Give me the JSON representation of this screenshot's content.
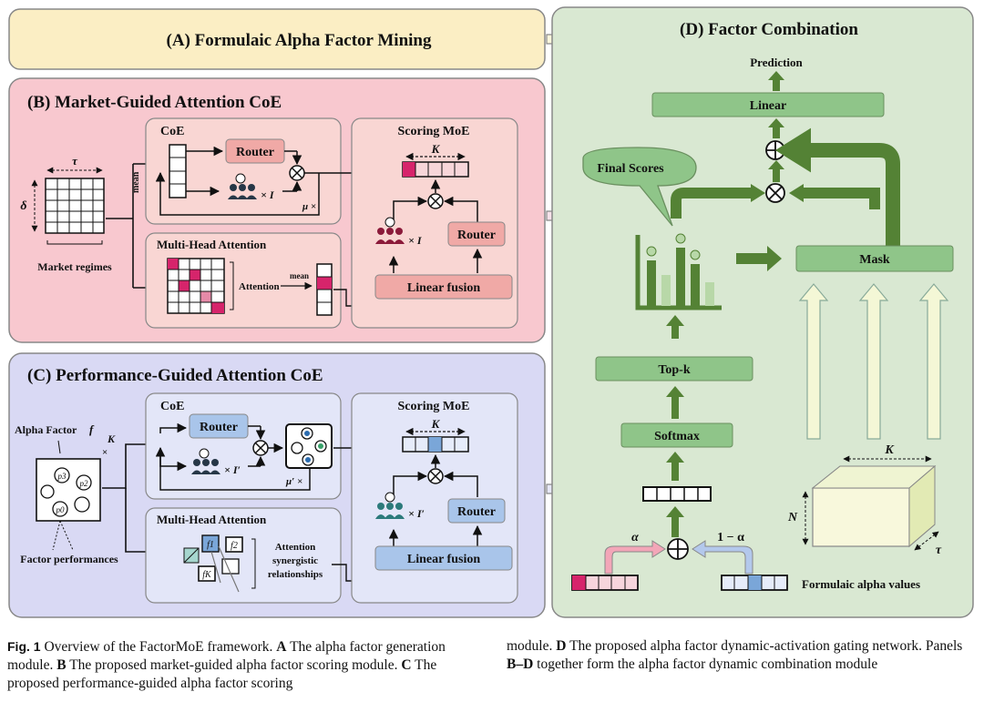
{
  "colors": {
    "panel_a": "#fbeec4",
    "panel_b": "#f8c8cf",
    "panel_c": "#d9d9f4",
    "panel_d": "#d9e8d2",
    "green_box": "#8fc589",
    "green_arrow": "#548235",
    "router_b": "#f0a9a6",
    "router_c": "#a9c5ea",
    "accent_red": "#d6246b",
    "accent_blue": "#7aa6d8"
  },
  "panel_a": {
    "title": "(A) Formulaic Alpha Factor Mining"
  },
  "panel_b": {
    "title": "(B) Market-Guided Attention CoE",
    "tau": "τ",
    "delta": "δ",
    "market_regimes": "Market regimes",
    "coe_title": "CoE",
    "mean": "mean",
    "router": "Router",
    "times_i": "× I",
    "mu_times": "μ ×",
    "mha_title": "Multi-Head Attention",
    "attention": "Attention",
    "mean2": "mean",
    "scoring_title": "Scoring MoE",
    "k": "K",
    "router2": "Router",
    "times_i2": "× I",
    "linear_fusion": "Linear fusion"
  },
  "panel_c": {
    "title": "(C) Performance-Guided Attention CoE",
    "alpha_factor": "Alpha Factor",
    "f": "f",
    "k_times": "K",
    "p3": "p3",
    "p2": "p2",
    "p0": "p0",
    "factor_performances": "Factor performances",
    "coe_title": "CoE",
    "router": "Router",
    "times_i": "× I′",
    "mu_times": "μ′ ×",
    "mha_title": "Multi-Head Attention",
    "f1": "f1",
    "f2": "f2",
    "fk": "fK",
    "attention_text": [
      "Attention",
      "synergistic",
      "relationships"
    ],
    "scoring_title": "Scoring MoE",
    "k": "K",
    "router2": "Router",
    "times_i2": "× I′",
    "linear_fusion": "Linear fusion"
  },
  "panel_d": {
    "title": "(D) Factor Combination",
    "prediction": "Prediction",
    "linear": "Linear",
    "final_scores": "Final Scores",
    "mask": "Mask",
    "topk": "Top-k",
    "softmax": "Softmax",
    "alpha": "α",
    "one_minus_alpha": "1 − α",
    "k": "K",
    "n": "N",
    "tau": "τ",
    "formulaic_alpha_values": "Formulaic alpha values"
  },
  "caption": {
    "fig_label": "Fig. 1",
    "left_text_1": "Overview of the FactorMoE framework.",
    "a": "A",
    "left_text_2": "The alpha factor generation module.",
    "b": "B",
    "left_text_3": "The proposed market-guided alpha factor scoring module.",
    "c": "C",
    "left_text_4": "The proposed performance-guided alpha factor scoring",
    "right_text_1": "module.",
    "d": "D",
    "right_text_2": "The proposed alpha factor dynamic-activation gating network. Panels",
    "bd": "B–D",
    "right_text_3": "together form the alpha factor dynamic combination module"
  }
}
